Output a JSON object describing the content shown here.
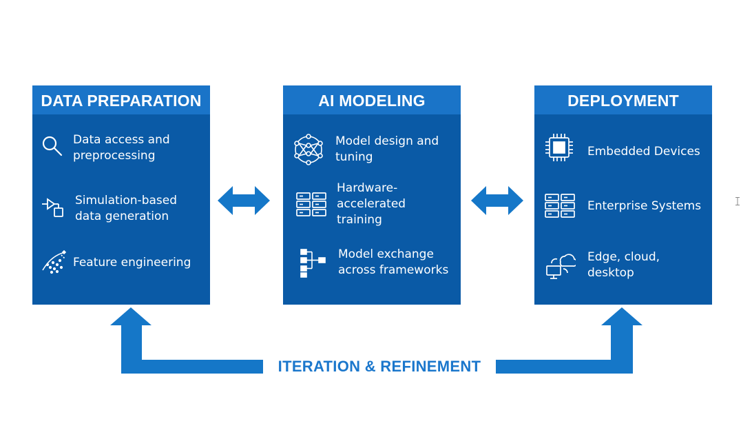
{
  "panels": [
    {
      "title": "DATA PREPARATION",
      "items": [
        {
          "icon": "magnifier-icon",
          "label": "Data access and\npreprocessing"
        },
        {
          "icon": "simulation-icon",
          "label": "Simulation-based\ndata generation"
        },
        {
          "icon": "feature-scatter-icon",
          "label": "Feature engineering"
        }
      ]
    },
    {
      "title": "AI MODELING",
      "items": [
        {
          "icon": "neural-network-icon",
          "label": "Model design and\ntuning"
        },
        {
          "icon": "server-rack-icon",
          "label": "Hardware-\naccelerated\ntraining"
        },
        {
          "icon": "hierarchy-icon",
          "label": "Model exchange\nacross frameworks"
        }
      ]
    },
    {
      "title": "DEPLOYMENT",
      "items": [
        {
          "icon": "chip-icon",
          "label": "Embedded Devices"
        },
        {
          "icon": "server-rack-icon",
          "label": "Enterprise Systems"
        },
        {
          "icon": "cloud-desktop-icon",
          "label": "Edge, cloud,\ndesktop"
        }
      ]
    }
  ],
  "feedback": {
    "label": "ITERATION & REFINEMENT"
  },
  "colors": {
    "panel_body": "#0a5aa6",
    "panel_header": "#1a74c8",
    "arrow": "#1577c8",
    "feedback_text": "#1b77cc"
  }
}
